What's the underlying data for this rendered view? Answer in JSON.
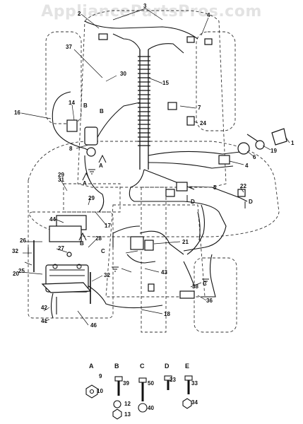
{
  "watermark": "AppliancePartsPros.com",
  "part_labels": [
    "1",
    "2",
    "3",
    "4",
    "5",
    "6",
    "7",
    "8",
    "9",
    "10",
    "12",
    "13",
    "14",
    "15",
    "16",
    "17",
    "18",
    "19",
    "20",
    "21",
    "22",
    "23",
    "24",
    "25",
    "26",
    "27",
    "28",
    "29",
    "30",
    "31",
    "32",
    "33",
    "34",
    "36",
    "37",
    "38",
    "39",
    "40",
    "41",
    "42",
    "43",
    "44",
    "46",
    "50"
  ],
  "connection_letters": [
    "A",
    "B",
    "C",
    "D",
    "E"
  ],
  "hardware_key": {
    "A": [
      "9",
      "10"
    ],
    "B": [
      "39",
      "12",
      "13"
    ],
    "C": [
      "50",
      "40"
    ],
    "D": [
      "23"
    ],
    "E": [
      "33",
      "34"
    ]
  }
}
